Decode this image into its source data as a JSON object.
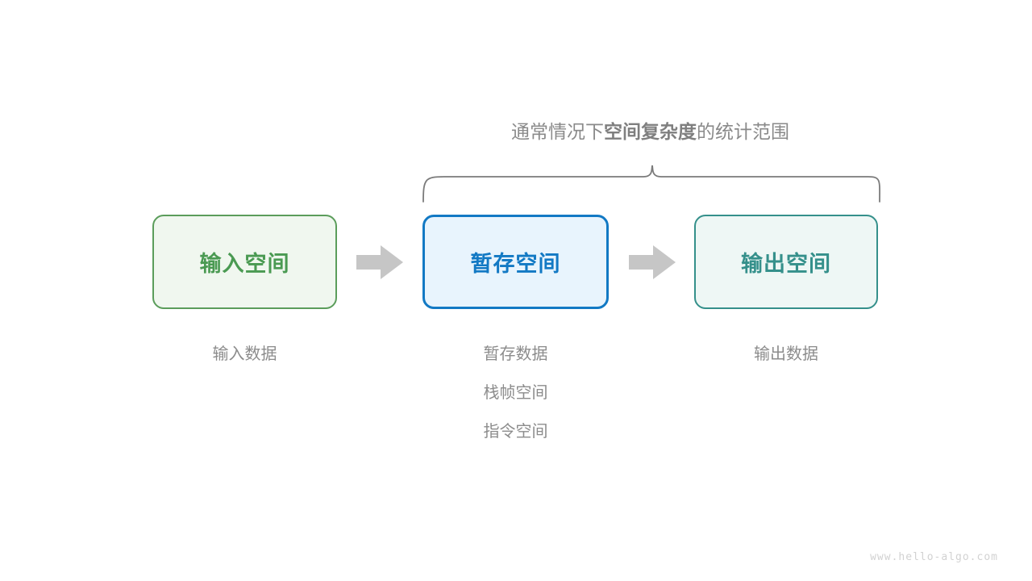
{
  "diagram": {
    "scope": {
      "title_prefix": "通常情况下",
      "title_emphasis": "空间复杂度",
      "title_suffix": "的统计范围",
      "brace_color": "#7b7b7b"
    },
    "boxes": [
      {
        "id": "input-space",
        "label": "输入空间",
        "fill": "#f0f7ef",
        "border": "#5b9d5b",
        "text_color": "#4a9a52"
      },
      {
        "id": "temp-space",
        "label": "暂存空间",
        "fill": "#e8f4fd",
        "border": "#1279c4",
        "text_color": "#1279c4"
      },
      {
        "id": "output-space",
        "label": "输出空间",
        "fill": "#eef7f5",
        "border": "#35908b",
        "text_color": "#35908b"
      }
    ],
    "arrows": [
      {
        "id": "arrow-input-to-temp",
        "icon": "right-arrow-icon",
        "color": "#c6c6c6"
      },
      {
        "id": "arrow-temp-to-output",
        "icon": "right-arrow-icon",
        "color": "#c6c6c6"
      }
    ],
    "captions": {
      "input": [
        "输入数据"
      ],
      "temp": [
        "暂存数据",
        "栈帧空间",
        "指令空间"
      ],
      "output": [
        "输出数据"
      ],
      "color": "#8c8c8c"
    },
    "watermark": "www.hello-algo.com"
  }
}
